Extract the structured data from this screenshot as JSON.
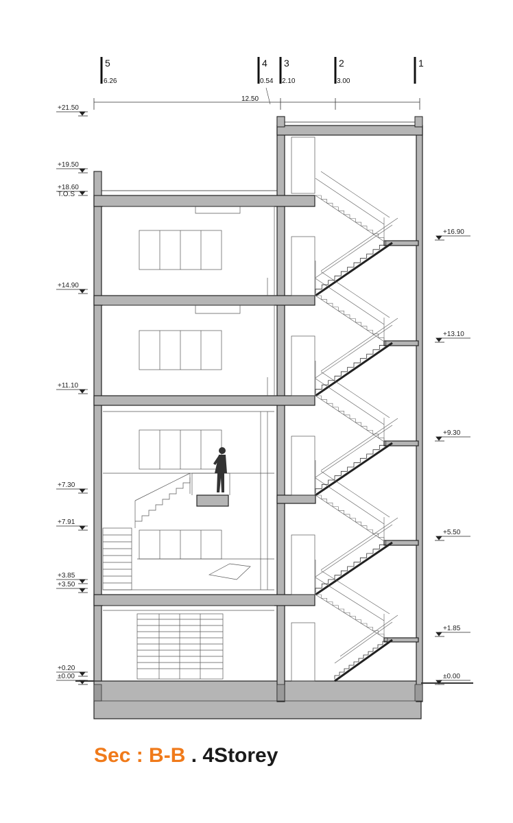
{
  "title": {
    "part1": "Sec : B-B",
    "part2": ". 4Storey",
    "accent": "#f07a1a",
    "text_color": "#1a1a1a"
  },
  "overall_dimension": "12.50",
  "grid_lines": [
    {
      "id": "5",
      "dim": "6.26"
    },
    {
      "id": "4",
      "dim": "0.54"
    },
    {
      "id": "3",
      "dim": "2.10"
    },
    {
      "id": "2",
      "dim": "3.00"
    },
    {
      "id": "1",
      "dim": ""
    }
  ],
  "left_levels": [
    {
      "label": "+21.50"
    },
    {
      "label": "+19.50"
    },
    {
      "label": "+18.60"
    },
    {
      "label": "T.O.S"
    },
    {
      "label": "+14.90"
    },
    {
      "label": "+11.10"
    },
    {
      "label": "+7.30"
    },
    {
      "label": "+7.91"
    },
    {
      "label": "+3.85"
    },
    {
      "label": "+3.50"
    },
    {
      "label": "+0.20"
    },
    {
      "label": "±0.00"
    }
  ],
  "right_levels": [
    {
      "label": "+16.90"
    },
    {
      "label": "+13.10"
    },
    {
      "label": "+9.30"
    },
    {
      "label": "+5.50"
    },
    {
      "label": "+1.85"
    },
    {
      "label": "±0.00"
    }
  ],
  "colors": {
    "wall_fill": "#b5b5b5",
    "line": "#222222",
    "fine_line": "#555555"
  }
}
